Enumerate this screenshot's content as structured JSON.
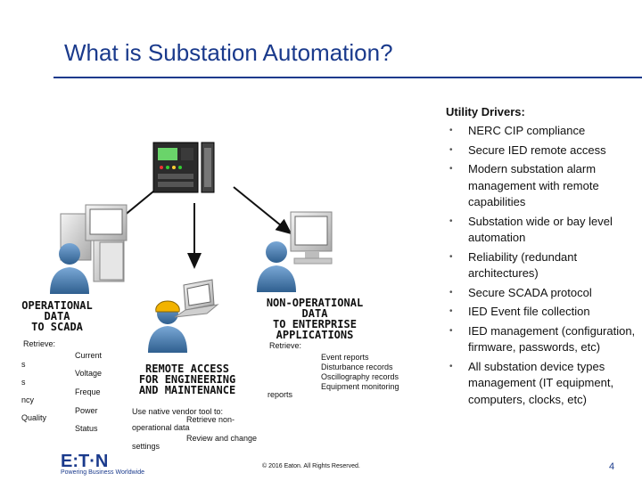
{
  "title": "What is Substation Automation?",
  "drivers": {
    "heading": "Utility Drivers:",
    "items": [
      "NERC CIP compliance",
      "Secure IED remote access",
      "Modern substation alarm management with remote capabilities",
      "Substation wide or bay level automation",
      "Reliability (redundant architectures)",
      "Secure SCADA protocol",
      "IED Event file collection",
      "IED management (configuration, firmware, passwords, etc)",
      "All substation device types management (IT equipment, computers, clocks, etc)"
    ]
  },
  "operational": {
    "caption_lines": [
      "OPERATIONAL",
      "DATA",
      "TO SCADA"
    ],
    "retrieve_label": "Retrieve:",
    "left_fragments": [
      "s",
      "s",
      "ncy",
      "Quality"
    ],
    "items": [
      "Current",
      "Voltage",
      "Freque",
      "Power",
      "Status"
    ]
  },
  "nonoperational": {
    "caption_lines": [
      "NON-OPERATIONAL",
      "DATA",
      "TO ENTERPRISE",
      "APPLICATIONS"
    ],
    "retrieve_label": "Retrieve:",
    "items": [
      "Event reports",
      "Disturbance records",
      "Oscillography records",
      "Equipment monitoring"
    ],
    "reports_label": "reports"
  },
  "remote": {
    "caption_lines": [
      "REMOTE ACCESS",
      "FOR ENGINEERING",
      "AND MAINTENANCE"
    ],
    "description_lines": [
      "Use native vendor tool to:",
      "Retrieve non-",
      "operational data",
      "Review and change",
      "settings"
    ]
  },
  "footer": {
    "copyright": "© 2016 Eaton. All Rights Reserved.",
    "page_number": "4",
    "logo_text": "E:T·N",
    "tagline": "Powering Business Worldwide"
  },
  "colors": {
    "title": "#1a3a8c",
    "person": "#4d7fb0",
    "monitor": "#d8d8d8",
    "arrow": "#111111"
  }
}
